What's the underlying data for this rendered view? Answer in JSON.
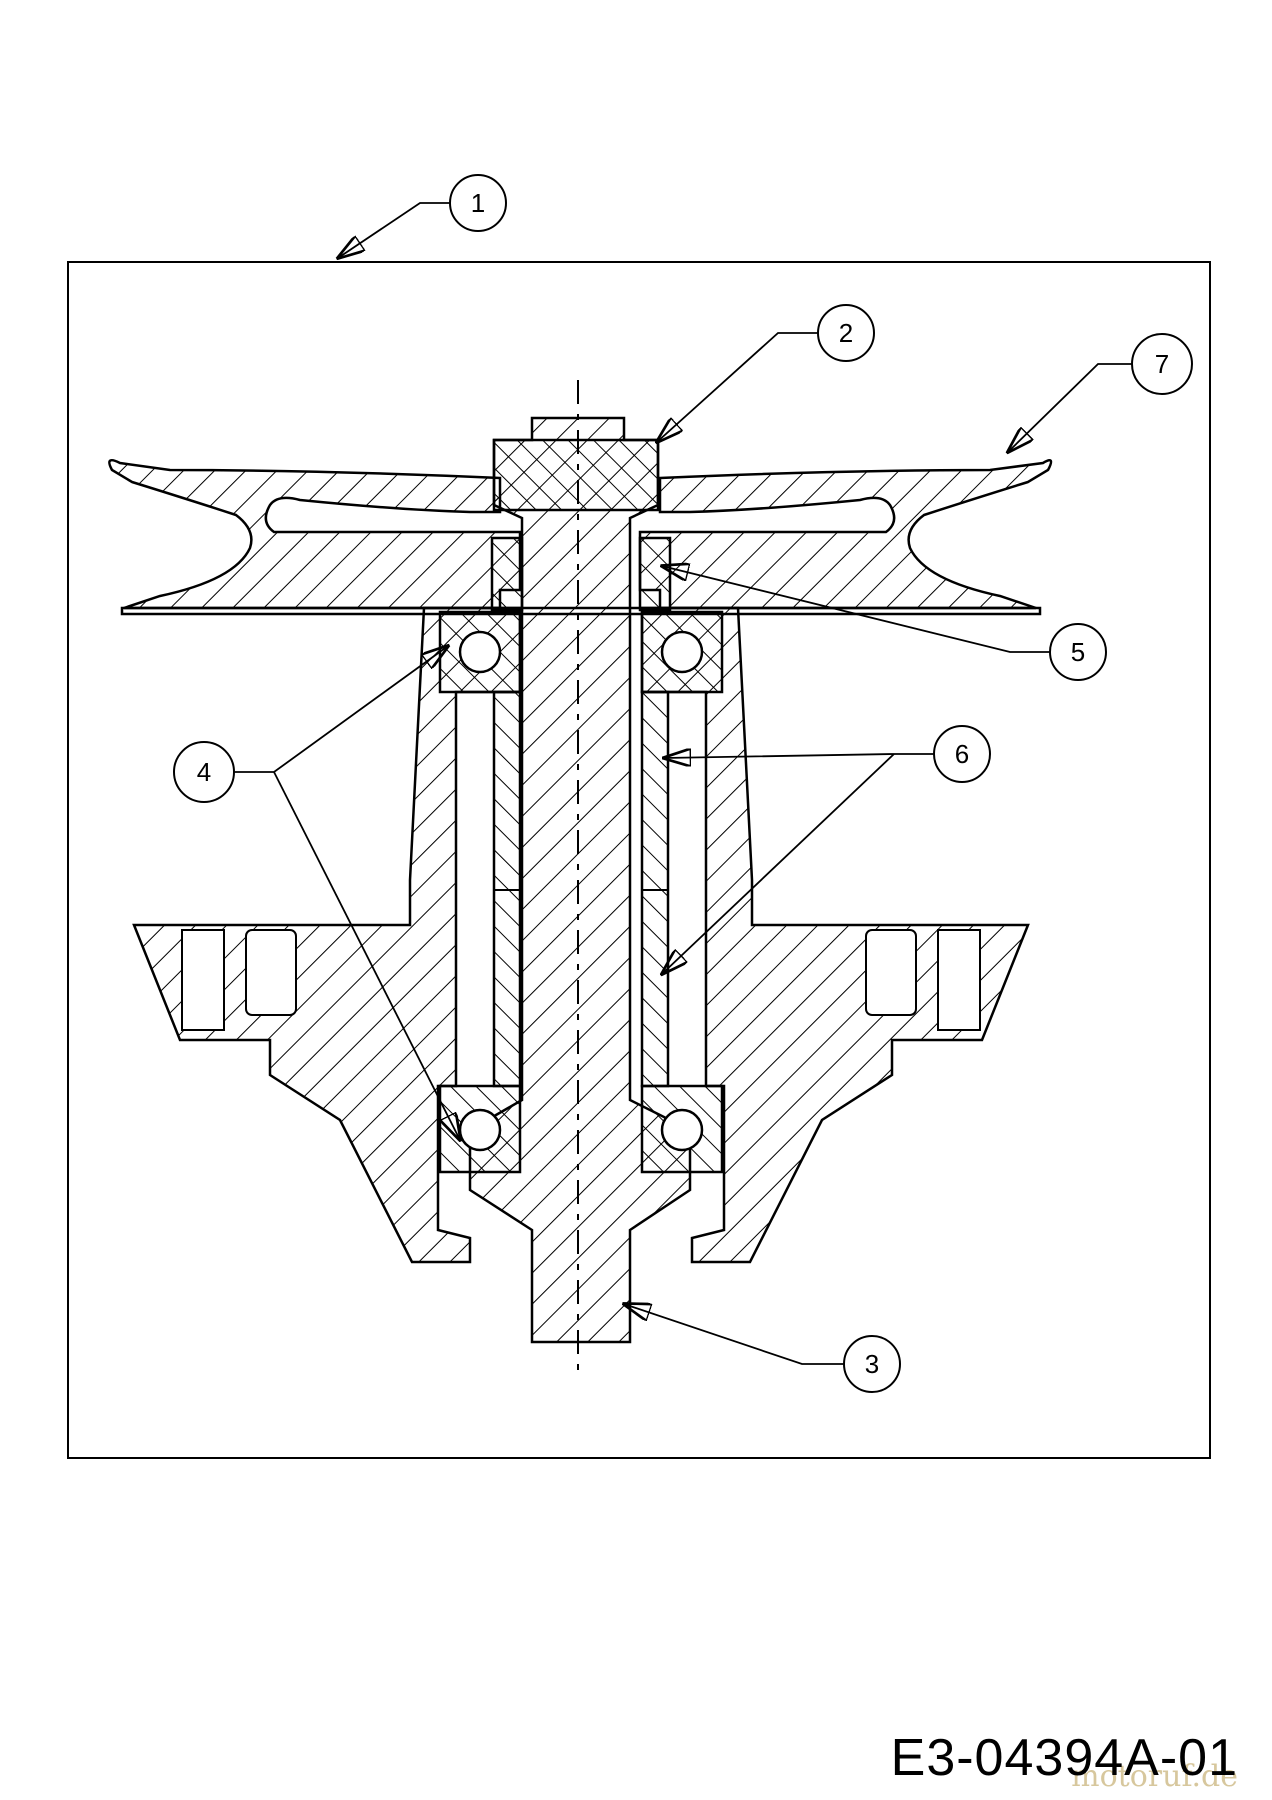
{
  "drawing_id": "E3-04394A-01",
  "watermark": "motoruf.de",
  "callouts": [
    "1",
    "2",
    "3",
    "4",
    "5",
    "6",
    "7"
  ]
}
